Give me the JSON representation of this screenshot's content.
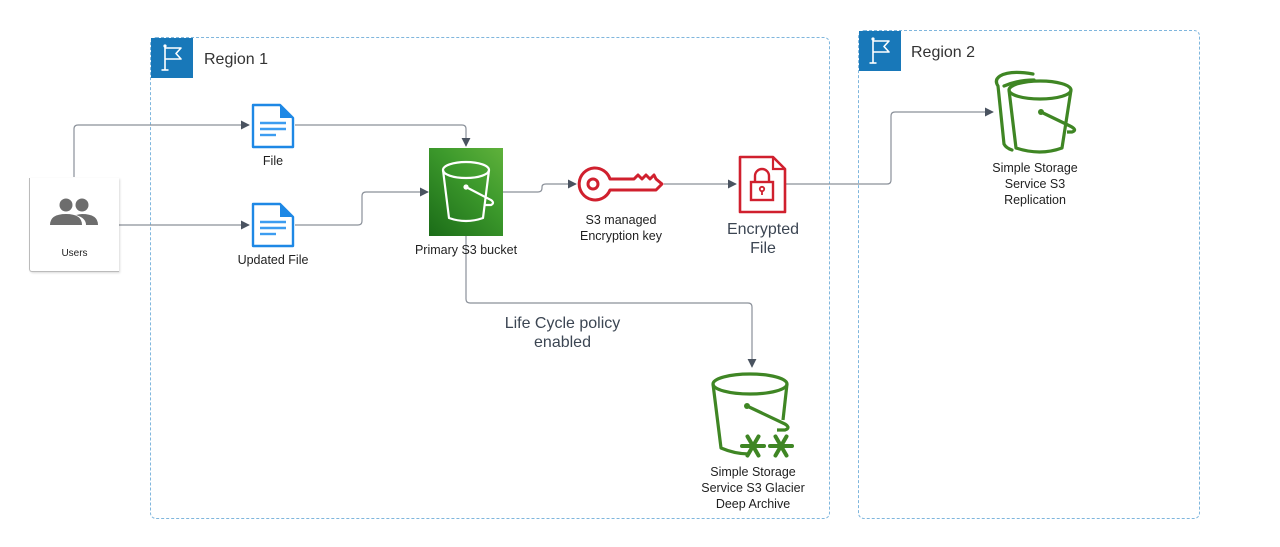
{
  "diagram": {
    "regions": [
      {
        "id": "region-1",
        "title": "Region 1",
        "icon": "flag-icon"
      },
      {
        "id": "region-2",
        "title": "Region 2",
        "icon": "flag-icon"
      }
    ],
    "nodes": {
      "users": {
        "label": "Users",
        "icon": "users-icon"
      },
      "file": {
        "label": "File",
        "icon": "document-icon"
      },
      "updated_file": {
        "label": "Updated File",
        "icon": "document-icon"
      },
      "primary_bucket": {
        "label": "Primary S3 bucket",
        "icon": "s3-bucket-icon"
      },
      "encryption_key": {
        "label_line1": "S3 managed",
        "label_line2": "Encryption key",
        "icon": "key-icon"
      },
      "encrypted_file": {
        "label_line1": "Encrypted",
        "label_line2": "File",
        "icon": "encrypted-file-icon"
      },
      "replication": {
        "label_line1": "Simple Storage",
        "label_line2": "Service S3",
        "label_line3": "Replication",
        "icon": "s3-replication-icon"
      },
      "glacier": {
        "label_line1": "Simple Storage",
        "label_line2": "Service S3 Glacier",
        "label_line3": "Deep Archive",
        "icon": "s3-glacier-icon"
      }
    },
    "edge_labels": {
      "lifecycle_line1": "Life Cycle policy",
      "lifecycle_line2": "enabled"
    },
    "edges": [
      {
        "from": "users",
        "to": "file"
      },
      {
        "from": "users",
        "to": "updated_file"
      },
      {
        "from": "file",
        "to": "primary_bucket"
      },
      {
        "from": "updated_file",
        "to": "primary_bucket"
      },
      {
        "from": "primary_bucket",
        "to": "encryption_key"
      },
      {
        "from": "encryption_key",
        "to": "encrypted_file"
      },
      {
        "from": "encrypted_file",
        "to": "replication"
      },
      {
        "from": "primary_bucket",
        "to": "glacier",
        "label": "Life Cycle policy enabled"
      }
    ],
    "colors": {
      "region_flag": "#1878b9",
      "region_border": "#7fb6dd",
      "aws_green": "#3f8624",
      "aws_red": "#d13212",
      "document_blue": "#1e88e5",
      "connector": "#4a5360"
    }
  }
}
